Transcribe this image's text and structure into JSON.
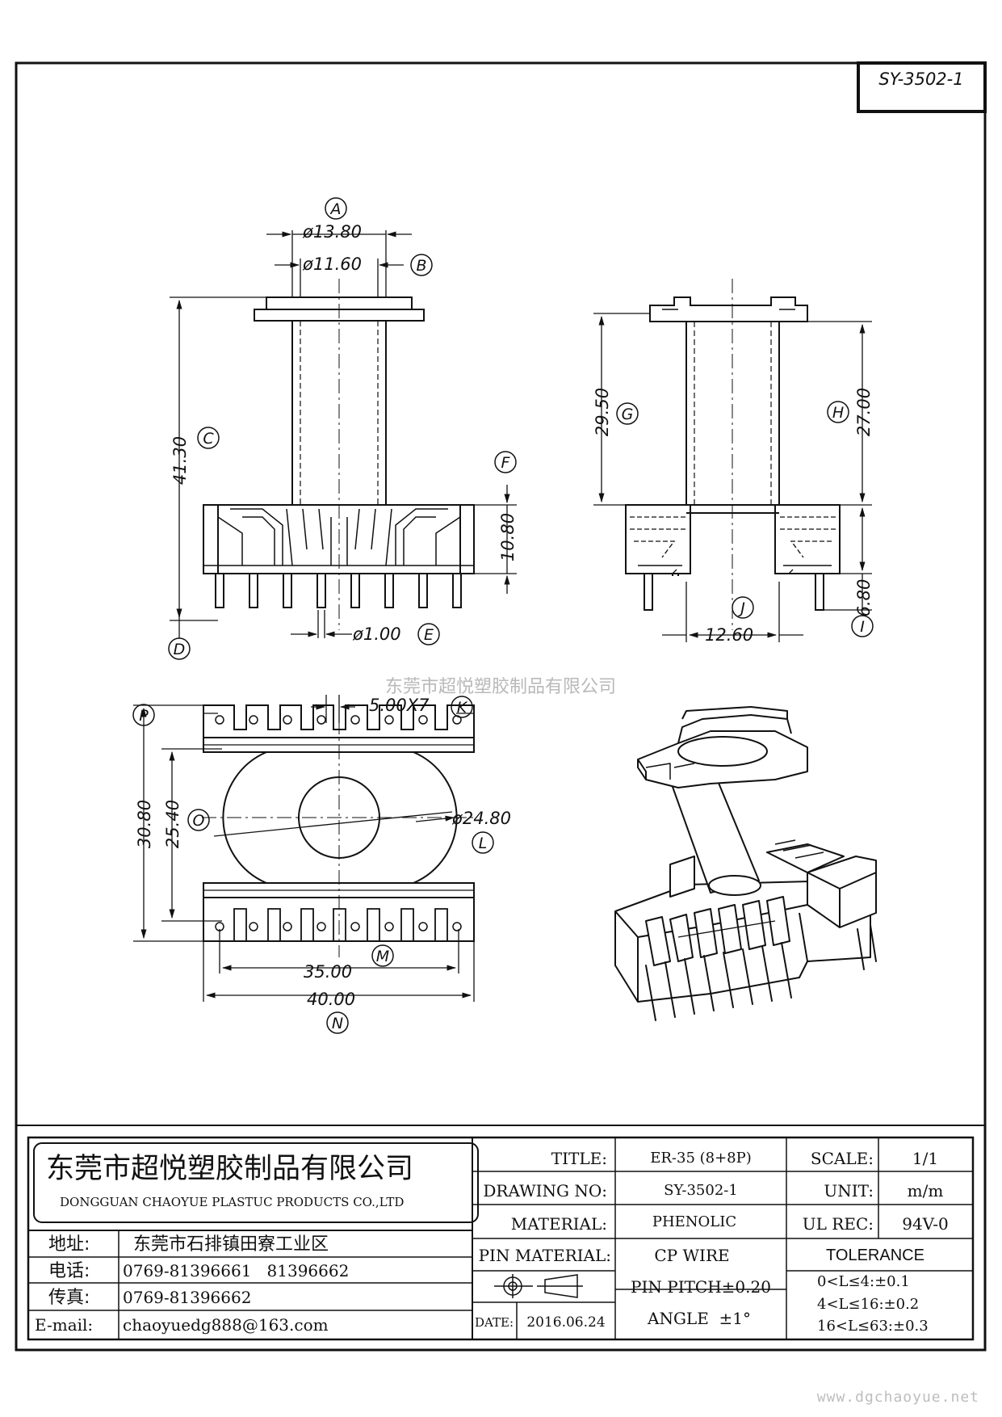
{
  "drawing_id": "SY-3502-1",
  "watermark_company": "东莞市超悦塑胶制品有限公司",
  "watermark_site": "www.dgchaoyue.net",
  "dimensions": {
    "A": "A",
    "B": "B",
    "C": "C",
    "D": "D",
    "E": "E",
    "F": "F",
    "G": "G",
    "H": "H",
    "I": "I",
    "J": "J",
    "K": "K",
    "L": "L",
    "M": "M",
    "N": "N",
    "O": "O",
    "P": "P",
    "dia_flange": "ø13.80",
    "dia_core": "ø11.60",
    "height_total": "41.30",
    "base_height": "10.80",
    "pin_dia": "ø1.00",
    "side_height": "29.50",
    "winding_height": "27.00",
    "pin_length": "6.80",
    "core_width": "12.60",
    "pitch": "5.00X7",
    "round_dia": "ø24.80",
    "width_outer": "30.80",
    "width_inner": "25.40",
    "row_span": "35.00",
    "length_total": "40.00"
  },
  "title_block": {
    "company_cn": "东莞市超悦塑胶制品有限公司",
    "company_en": "DONGGUAN CHAOYUE PLASTUC PRODUCTS CO.,LTD",
    "address_label": "地址:",
    "address_value": "东莞市石排镇田寮工业区",
    "phone_label": "电话:",
    "phone_value": "0769-81396661   81396662",
    "fax_label": "传真:",
    "fax_value": "0769-81396662",
    "email_label": "E-mail:",
    "email_value": "chaoyuedg888@163.com",
    "title_label": "TITLE:",
    "title_value": "ER-35 (8+8P)",
    "drawing_no_label": "DRAWING NO:",
    "drawing_no_value": "SY-3502-1",
    "material_label": "MATERIAL:",
    "material_value": "PHENOLIC",
    "pin_material_label": "PIN MATERIAL:",
    "pin_material_value": "CP WIRE",
    "date_label": "DATE:",
    "date_value": "2016.06.24",
    "pin_pitch": "PIN PITCH±0.20",
    "angle": "ANGLE  ±1°",
    "scale_label": "SCALE:",
    "scale_value": "1/1",
    "unit_label": "UNIT:",
    "unit_value": "m/m",
    "ul_label": "UL REC:",
    "ul_value": "94V-0",
    "tolerance_label": "TOLERANCE",
    "tol_1": "0<L≤4:±0.1",
    "tol_2": "4<L≤16:±0.2",
    "tol_3": "16<L≤63:±0.3"
  }
}
